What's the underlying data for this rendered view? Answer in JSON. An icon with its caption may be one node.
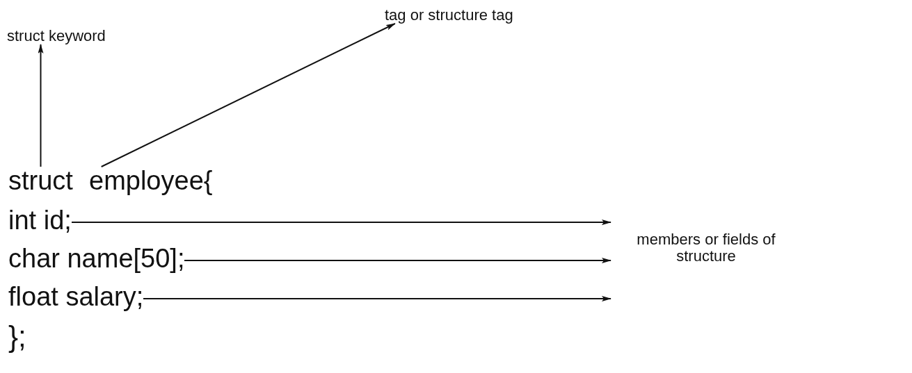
{
  "diagram": {
    "nodes": [
      {
        "text": [
          "struct keyword"
        ]
      },
      {
        "text": [
          "tag or structure tag"
        ]
      },
      {
        "text": [
          "struct"
        ]
      },
      {
        "text": [
          "employee{"
        ]
      },
      {
        "text": [
          "int id;"
        ]
      },
      {
        "text": [
          "char name[50];"
        ]
      },
      {
        "text": [
          "float salary;"
        ]
      },
      {
        "text": [
          "members or fields of structure"
        ]
      }
    ],
    "edges": [
      {
        "from": 2,
        "to": 0,
        "arrow": "to"
      },
      {
        "from": 3,
        "to": 1,
        "arrow": "to"
      },
      {
        "from": 4,
        "to": 7,
        "arrow": "to"
      },
      {
        "from": 5,
        "to": 7,
        "arrow": "to"
      },
      {
        "from": 6,
        "to": 7,
        "arrow": "to"
      }
    ],
    "labels": [
      "};"
    ]
  }
}
